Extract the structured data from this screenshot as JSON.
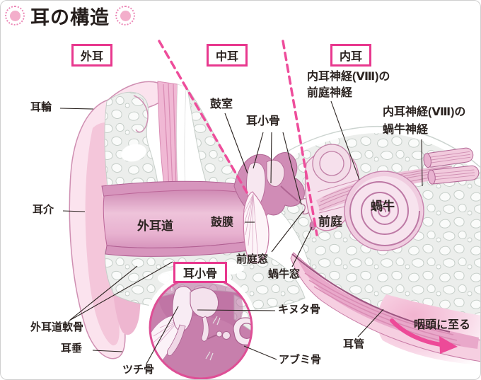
{
  "title": {
    "text": "耳の構造"
  },
  "sections": [
    {
      "id": "outer-ear",
      "label": "外耳"
    },
    {
      "id": "middle-ear",
      "label": "中耳"
    },
    {
      "id": "inner-ear",
      "label": "内耳"
    }
  ],
  "labels": {
    "helix": "耳輪",
    "auricle": "耳介",
    "ear_canal": "外耳道",
    "eardrum": "鼓膜",
    "tympanic_cavity": "鼓室",
    "ossicles": "耳小骨",
    "vestibular_nerve_line1": "内耳神経(Ⅷ)の",
    "vestibular_nerve_line2": "前庭神経",
    "cochlear_nerve_line1": "内耳神経(Ⅷ)の",
    "cochlear_nerve_line2": "蝸牛神経",
    "cochlea": "蝸牛",
    "vestibule": "前庭",
    "oval_window": "前庭窓",
    "round_window": "蝸牛窓",
    "inset_title": "耳小骨",
    "incus": "キヌタ骨",
    "stapes": "アブミ骨",
    "malleus": "ツチ骨",
    "canal_cartilage": "外耳道軟骨",
    "earlobe": "耳垂",
    "eustachian_tube": "耳管",
    "to_pharynx": "咽頭に至る"
  },
  "colors": {
    "accent_pink": "#e8388e",
    "dashed_divider": "#ee4d9b",
    "arrow_pink": "#ed4a98",
    "text": "#2b2320",
    "flesh_light": "#fbe3ee",
    "flesh_mid": "#e9a8ca",
    "canal_pink": "#d795bd",
    "bone_gray": "#eceeec",
    "inset_border": "#de4f96"
  }
}
